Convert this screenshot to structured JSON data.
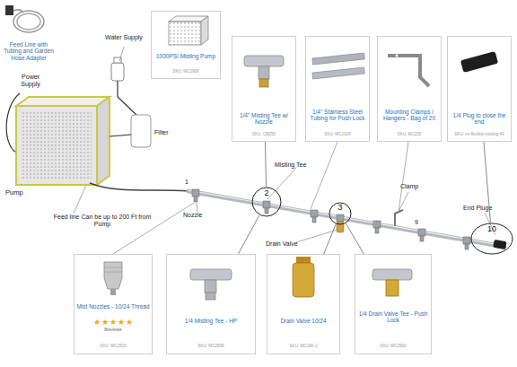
{
  "diagram": {
    "nodes": [
      {
        "text": [
          "Feed Line with Tubing and Garden Hose Adapter"
        ]
      },
      {
        "text": [
          "1000PSI Misting Pump",
          "SKU: MC1908"
        ]
      },
      {
        "text": [
          "1/4\" Misting Tee w/ Nozzle",
          "SKU: CB250"
        ]
      },
      {
        "text": [
          "1/4\" Stainless Steel Tubing for Push Lock",
          "SKU: MC1029"
        ]
      },
      {
        "text": [
          "Mounting Clamps / Hangers - Bag of 20",
          "SKU: MC235"
        ]
      },
      {
        "text": [
          "1/4 Plug to close the end",
          "SKU: mi-flexible-misting-40"
        ]
      },
      {
        "text": [
          "2"
        ]
      },
      {
        "text": [
          "3"
        ]
      },
      {
        "text": [
          "10"
        ]
      },
      {
        "text": [
          "Mist Nozzles - 10/24 Thread",
          "8reviews",
          "SKU: MC1510"
        ]
      },
      {
        "text": [
          "1/4 Misting Tee - HP",
          "SKU: MC2508"
        ]
      },
      {
        "text": [
          "Drain Valve 10/24",
          "SKU: MC180-1"
        ]
      },
      {
        "text": [
          "1/4 Drain Valve Tee - Push Lock",
          "SKU: MC2500"
        ]
      }
    ],
    "edges": [
      {
        "from": 2,
        "to": 6,
        "arrow": "none"
      },
      {
        "from": 10,
        "to": 6,
        "arrow": "none"
      },
      {
        "from": 11,
        "to": 7,
        "arrow": "none"
      },
      {
        "from": 12,
        "to": 7,
        "arrow": "none"
      },
      {
        "from": 5,
        "to": 8,
        "arrow": "none"
      }
    ],
    "labels": [
      "Water Supply",
      "Power Supply",
      "Filter",
      "Pump",
      "Feed line Can be up to 200 Ft from Pump",
      "Nozzle",
      "1",
      "Misting Tee",
      "Clamp",
      "9",
      "End Pluge",
      "Drain Valve"
    ]
  }
}
